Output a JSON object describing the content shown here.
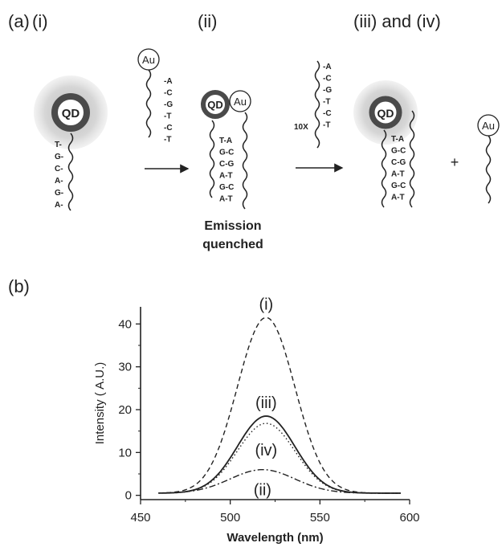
{
  "panel_a": {
    "label": "(a)",
    "steps": {
      "i": "(i)",
      "ii": "(ii)",
      "iii_iv": "(iii) and (iv)"
    },
    "qd_label": "QD",
    "au_label": "Au",
    "probe_strand": [
      "T-",
      "G-",
      "C-",
      "A-",
      "G-",
      "A-"
    ],
    "au_strand": [
      "-A",
      "-C",
      "-G",
      "-T",
      "-C",
      "-T"
    ],
    "duplex_pairs": [
      "T-A",
      "G-C",
      "C-G",
      "A-T",
      "G-C",
      "A-T"
    ],
    "excess_label": "10X",
    "plus_sign": "+",
    "quenched_line1": "Emission",
    "quenched_line2": "quenched"
  },
  "panel_b": {
    "label": "(b)"
  },
  "chart_data": {
    "type": "line",
    "xlabel": "Wavelength (nm)",
    "ylabel": "Intensity ( A.U.)",
    "xlim": [
      450,
      600
    ],
    "ylim": [
      -1,
      44
    ],
    "x_ticks": [
      450,
      500,
      550,
      600
    ],
    "y_ticks": [
      0,
      10,
      20,
      30,
      40
    ],
    "grid": false,
    "series": [
      {
        "name": "(i)",
        "style": "dashed",
        "peak_x": 520,
        "peak_y": 41.5,
        "width": 16,
        "baseline": 0.5,
        "x_start": 460,
        "x_end": 595
      },
      {
        "name": "(iii)",
        "style": "solid",
        "peak_x": 520,
        "peak_y": 18.5,
        "width": 16,
        "baseline": 0.5,
        "x_start": 460,
        "x_end": 595
      },
      {
        "name": "(iv)",
        "style": "dotted",
        "peak_x": 520,
        "peak_y": 16.8,
        "width": 16,
        "baseline": 0.5,
        "x_start": 460,
        "x_end": 595
      },
      {
        "name": "(ii)",
        "style": "dash-dot",
        "peak_x": 518,
        "peak_y": 6.0,
        "width": 18,
        "baseline": 0.5,
        "x_start": 460,
        "x_end": 595
      }
    ]
  },
  "colors": {
    "ink": "#222222",
    "halo": "#c8c8c8",
    "shell": "#4a4a4a"
  }
}
